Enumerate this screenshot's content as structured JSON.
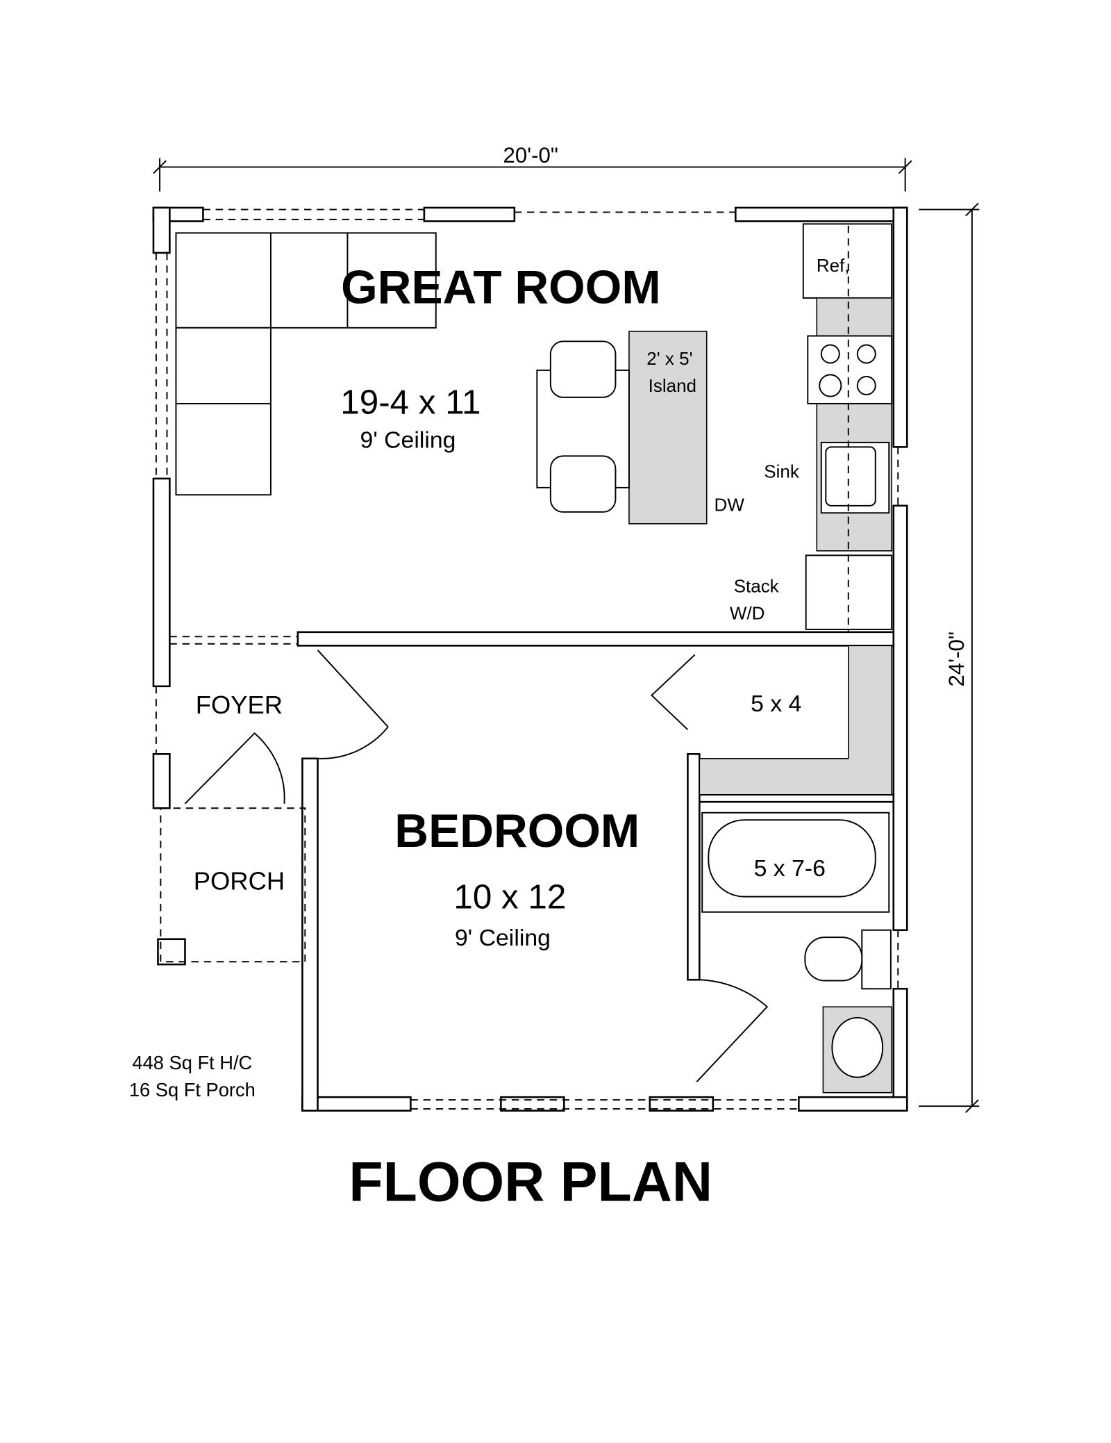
{
  "dimensions": {
    "width": "20'-0\"",
    "depth": "24'-0\""
  },
  "rooms": {
    "great_room": {
      "name": "GREAT ROOM",
      "size": "19-4 x 11",
      "ceiling": "9' Ceiling"
    },
    "bedroom": {
      "name": "BEDROOM",
      "size": "10 x 12",
      "ceiling": "9' Ceiling"
    },
    "foyer": {
      "name": "FOYER"
    },
    "porch": {
      "name": "PORCH"
    },
    "closet": {
      "size": "5 x 4"
    },
    "bath": {
      "size": "5 x 7-6"
    }
  },
  "fixtures": {
    "refrigerator": "Ref,",
    "island_size": "2' x 5'",
    "island": "Island",
    "sink": "Sink",
    "dishwasher": "DW",
    "stack_wd_1": "Stack",
    "stack_wd_2": "W/D"
  },
  "area": {
    "heated": "448 Sq Ft H/C",
    "porch": "16 Sq Ft Porch"
  },
  "title": "FLOOR PLAN",
  "colors": {
    "line": "#000000",
    "shading": "#d8d8d8",
    "background": "#ffffff"
  }
}
